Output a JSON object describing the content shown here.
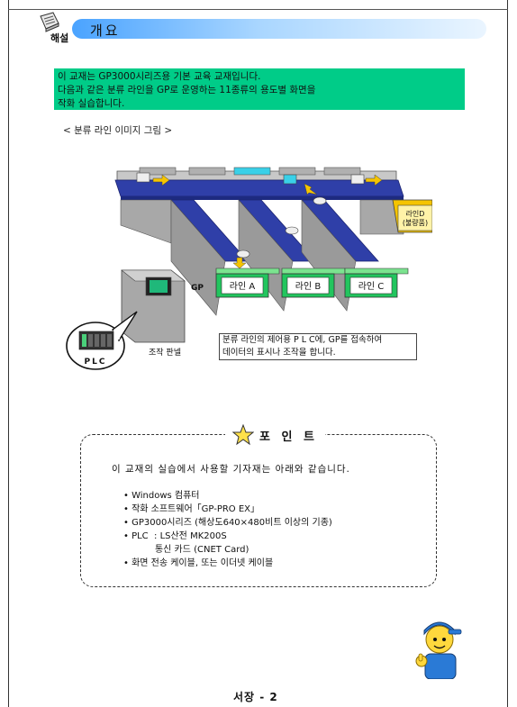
{
  "header": {
    "title": "개요",
    "tag": "해설"
  },
  "intro": {
    "lines": [
      "이 교재는 GP3000시리즈용 기본 교육 교재입니다.",
      "다음과 같은 분류 라인을 GP로 운영하는 11종류의 용도별 화면을",
      "작화 실습합니다."
    ]
  },
  "diagram": {
    "caption": "< 분류 라인 이미지 그림 >",
    "gp_label": "GP",
    "panel_label": "조작 판넬",
    "plc_label": "PLC",
    "lines": [
      "라인 A",
      "라인 B",
      "라인 C"
    ],
    "line_d": [
      "라인D",
      "(불량품)"
    ],
    "callout": [
      "분류 라인의 제어용 P L C에, GP를 접속하여",
      "데이터의 표시나 조작을 합니다."
    ],
    "colors": {
      "conveyor": "#2f3fa8",
      "box_green": "#22c55e",
      "box_yellow": "#f5c400"
    }
  },
  "point": {
    "title": "포 인 트",
    "lead": "이 교재의 실습에서 사용할 기자재는 아래와 같습니다.",
    "items": [
      "• Windows 컴퓨터",
      "• 작화 소프트웨어「GP-PRO EX」",
      "• GP3000시리즈 (해상도640×480비트 이상의 기종)",
      "• PLC  : LS산전 MK200S",
      "           통신 카드 (CNET Card)",
      "• 화면 전송 케이블, 또는 이더넷 케이블"
    ]
  },
  "footer": {
    "page": "서장 - 2"
  }
}
